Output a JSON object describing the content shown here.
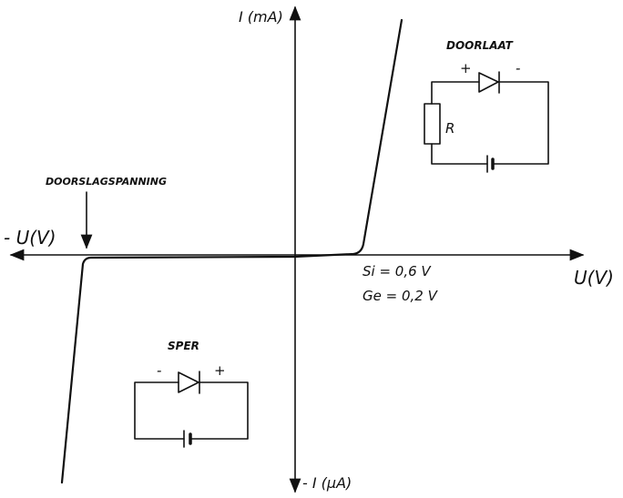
{
  "axes": {
    "y_positive_label": "I (mA)",
    "y_negative_label": "- I (µA)",
    "x_positive_label": "U(V)",
    "x_negative_label": "- U(V)"
  },
  "annotations": {
    "breakdown_label": "DOORSLAGSPANNING",
    "si_threshold": "Si = 0,6 V",
    "ge_threshold": "Ge = 0,2 V"
  },
  "forward_circuit": {
    "title": "DOORLAAT",
    "plus": "+",
    "minus": "-",
    "resistor_label": "R"
  },
  "reverse_circuit": {
    "title": "SPER",
    "minus": "-",
    "plus": "+"
  }
}
